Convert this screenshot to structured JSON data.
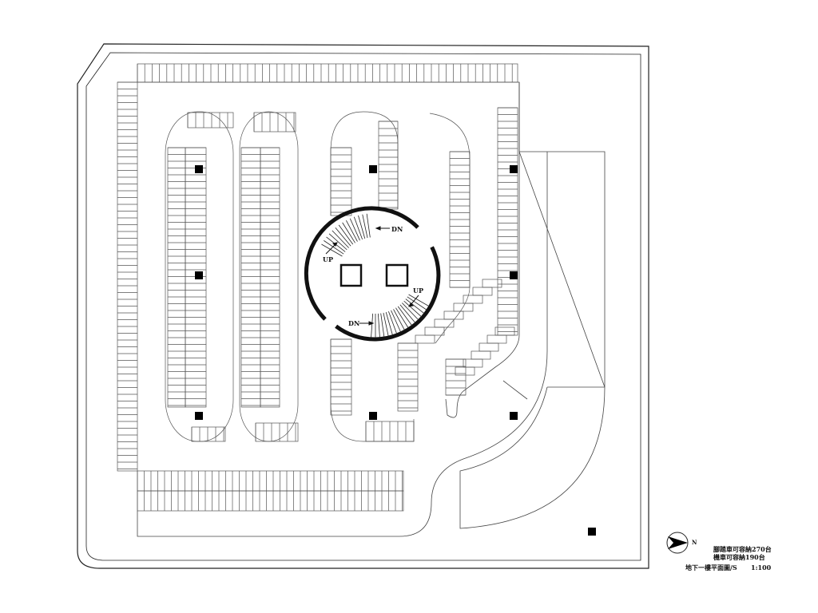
{
  "plan": {
    "title": "地下一樓平面圖/S",
    "scale": "1:100",
    "north_label": "N",
    "capacity": {
      "bicycle": "腳踏車可容納270台",
      "motorcycle": "機車可容納190台"
    },
    "stair_labels": {
      "upper_dn": "DN",
      "upper_up": "UP",
      "lower_dn": "DN",
      "lower_up": "UP"
    }
  },
  "colors": {
    "line": "#333333",
    "fill": "#000000",
    "bg": "#ffffff"
  }
}
